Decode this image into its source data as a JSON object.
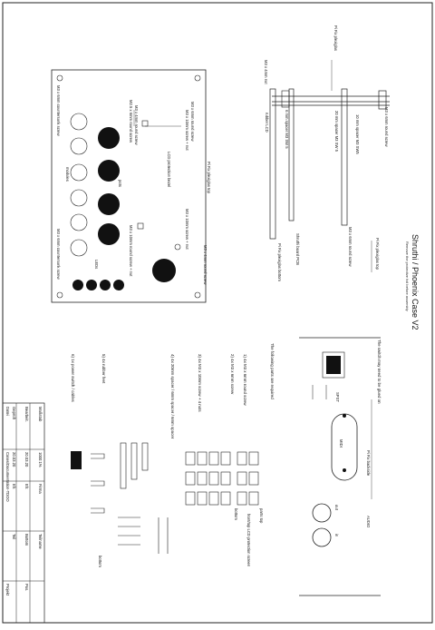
{
  "title_block": {
    "title": "Shruthi / Phoenix Case V2",
    "subtitle": "Remove the protective foil before assembly",
    "maßstab_label": "Maßstab",
    "maßstab_value": "1000:1%",
    "firma_label": "Firma",
    "bearbeitet_label": "Bearbeit.",
    "bearbeitet_date": "20.03.20",
    "bearbeitet_user": "Efr.",
    "geprueft_label": "Geprüft",
    "geprueft_date": "20.03.20",
    "geprueft_user": "Efr.",
    "datei_label": "Datei",
    "datei_value": "Cases/Documentation-TDOO",
    "teilname_label": "Teilname",
    "teilname_value": "Bottom",
    "teil_label": "Teil",
    "pos_label": "Pos.",
    "projekt_label": "Projekt"
  },
  "side_view": {
    "pcb_nut": "M3 x 4mm nut",
    "lcd_ribbon": "rubber LCD",
    "standoff_top": "6 mm spacer M3 SW 5",
    "standoff_mid": "20 mm spacer M3 SW 5",
    "standoff_side": "M3 x 6mm round screw",
    "screw_right": "10 mm spacer M3 SW5",
    "screw_top": "M3 x 6mm round screw",
    "pcb_label": "Shruthi board PCB",
    "pi_top": "Pi Fix plexiglas",
    "pi_bottom": "Pi Fix plexiglas bottom",
    "pi_mid": "Pi Fix plexiglas top",
    "plexiglas_top": "Pi Fix plexiglas"
  },
  "front_panel": {
    "screw_tl": "M3 x 6mm countersunk screw",
    "screw_tr": "M3 x 6mm round screw",
    "nut_top": "M3 x 10mm screw + nut",
    "screw_tm": "M3 x 4mm round screw",
    "spacer": "M2.5 x 6mm round screw",
    "lcd_protect": "LCD protection bezel",
    "pi_fix_top": "Pi Fix plexiglas top",
    "screw_bm": "M3 x 10mm screw + nut",
    "screw_br": "M3 x 10mm round screw + nut",
    "screw_bl": "M3 x 6mm countersunk screw",
    "mod_label": "modules",
    "knob_label": "pots",
    "led_label": "LEDs",
    "screw_bottom_right": "M3 x 4mm round screw"
  },
  "parts_list": {
    "header": "The following parts are required",
    "item1": "1) 4x M3 x 6mm round screw",
    "item2": "2) 4x M3 x 6mm screw",
    "item3": "3) 4x M3 x 10mm screw + 4 nuts",
    "item4": "4) 4x 20mm spacer / 6mm spacer / 6mm spacer",
    "item5": "5) 4x rubber feet",
    "item6": "6) 1x power switch / cables",
    "spacer_label": "front/top LCD protection screen",
    "feet_label": "bottom",
    "parts_label": "parts top",
    "switch_note": "The switch may need to be glued on",
    "switch_label": "SPST",
    "midi_label": "MIDI",
    "pi_fix_note": "Pi Fix backside",
    "audio_label": "AUDIO",
    "out_label": "out",
    "in_label": "in",
    "bottom_label": "bottom"
  },
  "colors": {
    "ink": "#111111",
    "frame": "#333333",
    "paper": "#ffffff",
    "fill_dark": "#111111"
  }
}
